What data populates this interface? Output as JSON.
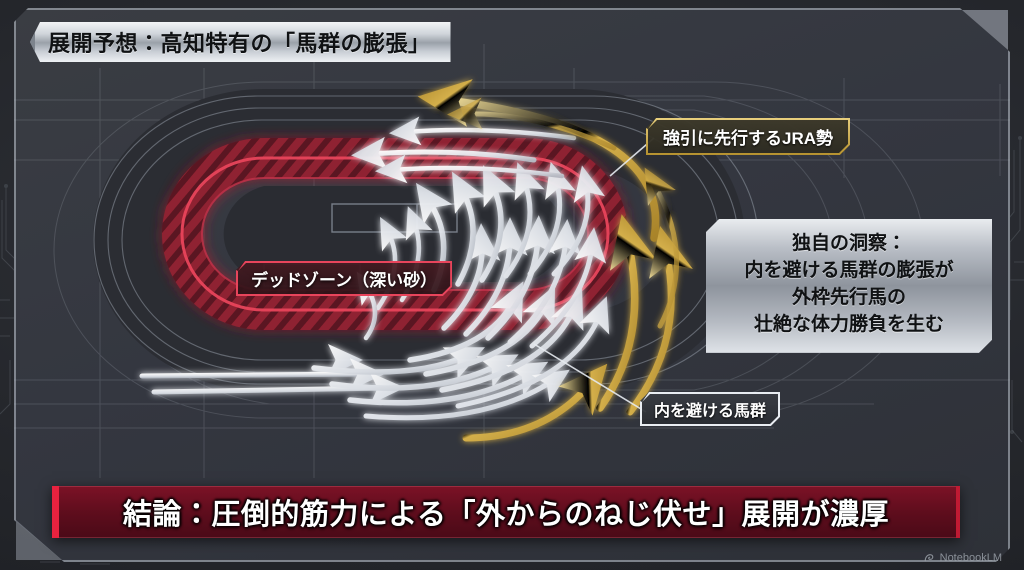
{
  "title": {
    "text": "展開予想：高知特有の「馬群の膨張」"
  },
  "labels": {
    "dead_zone": "デッドゾーン（深い砂）",
    "jra_lead": "強引に先行するJRA勢",
    "avoid_inner": "内を避ける馬群"
  },
  "insight": {
    "line1": "独自の洞察：",
    "line2": "内を避ける馬群の膨張が",
    "line3": "外枠先行馬の",
    "line4": "壮絶な体力勝負を生む"
  },
  "conclusion": {
    "text": "結論：圧倒的筋力による「外からのねじ伏せ」展開が濃厚"
  },
  "watermark": {
    "text": "NotebookLM",
    "icon": "notebooklm-logo-icon"
  },
  "colors": {
    "accent_red": "#e8455c",
    "dead_zone_fill": "#8f2230",
    "gold": "#e8cf7d",
    "white_arrow": "#f2f4f7",
    "conclusion_bg": "#5f0d1d",
    "frame_bg": "#343740",
    "blueprint_line": "#aeb6c2"
  },
  "diagram": {
    "type": "racetrack-flow-diagram",
    "track_shape": "oval",
    "dead_zone_region": "inner-rail",
    "flow_arrows": {
      "white_count": 30,
      "gold_count": 6,
      "direction": "counterclockwise",
      "meaning_white": "内を避ける馬群",
      "meaning_gold": "強引に先行するJRA勢"
    },
    "infield_structures": 2
  }
}
